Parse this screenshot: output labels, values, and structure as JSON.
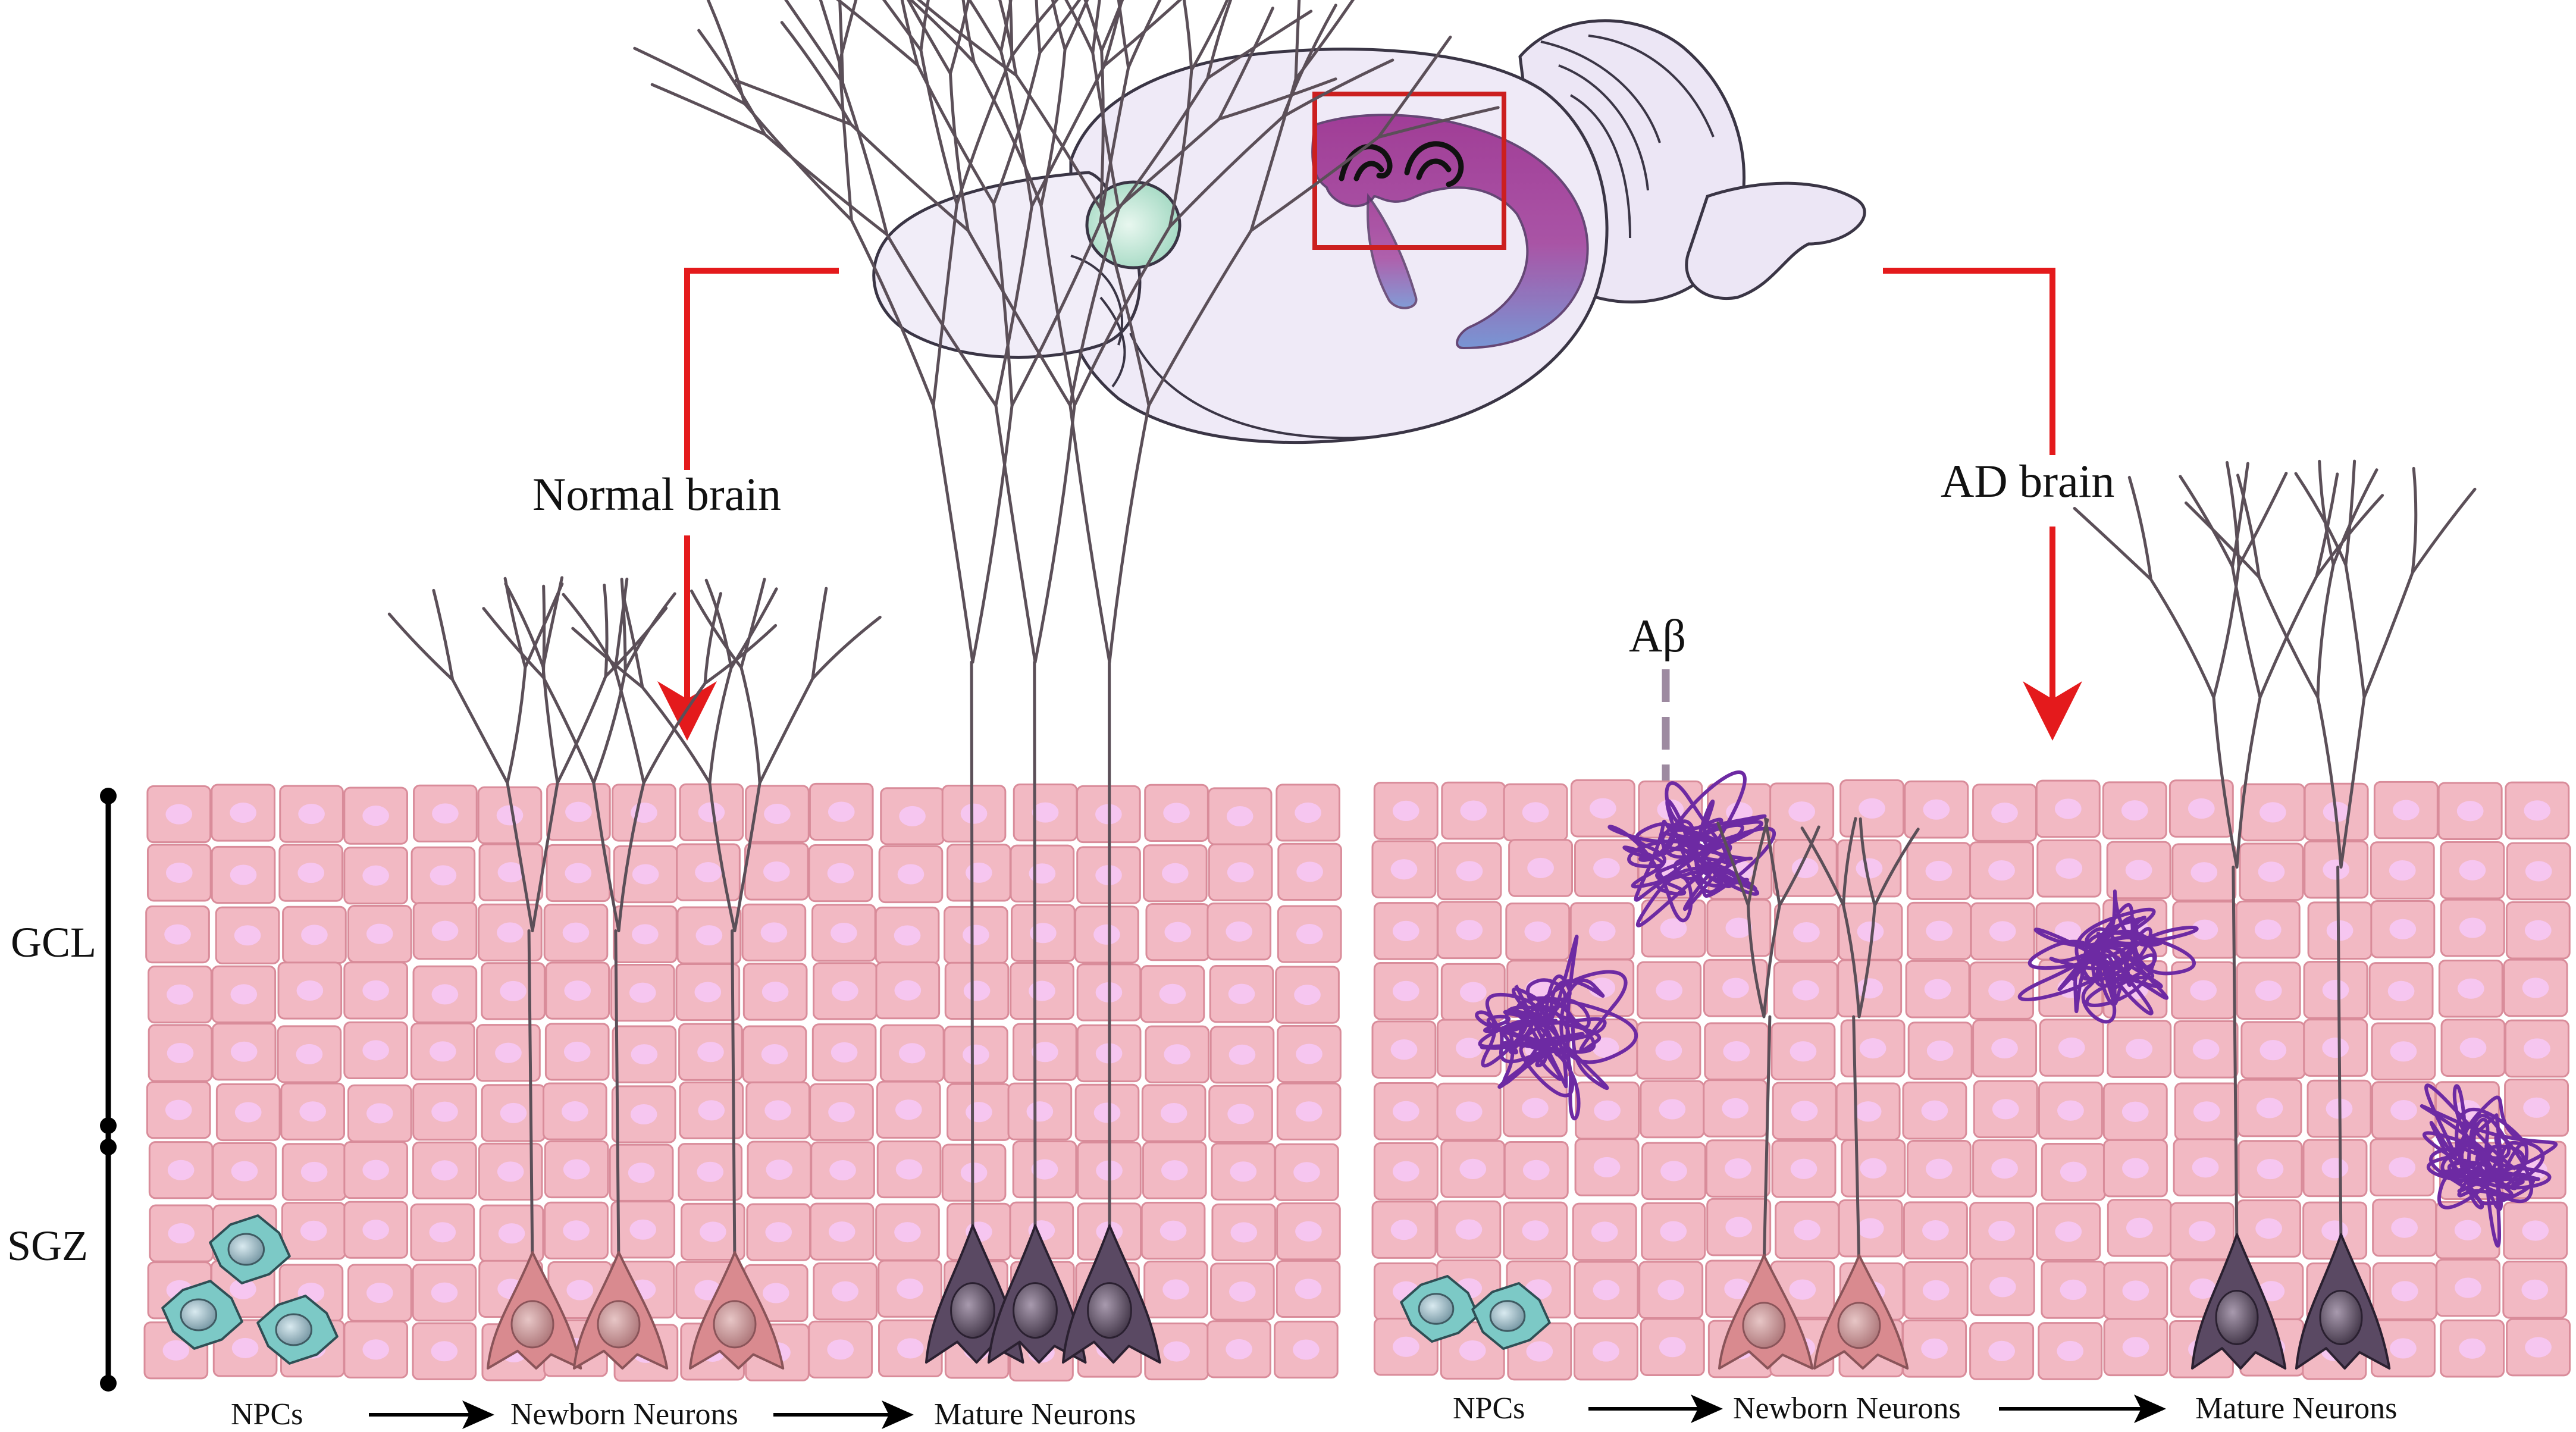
{
  "branches": {
    "normal": "Normal brain",
    "ad": "AD brain"
  },
  "amyloid_label": "Aβ",
  "zones": {
    "gcl": "GCL",
    "sgz": "SGZ"
  },
  "stages_normal": [
    "NPCs",
    "Newborn Neurons",
    "Mature Neurons"
  ],
  "stages_ad": [
    "NPCs",
    "Newborn Neurons",
    "Mature Neurons"
  ],
  "colors": {
    "arrow_red": "#e41a1c",
    "highlight_box": "#cc1f1f",
    "tissue_cell": "#f2b9c3",
    "tissue_border": "#d98c9a",
    "nucleus": "#f6c6f0",
    "npc": "#7cc9c6",
    "newborn_neuron": "#d98a8f",
    "mature_neuron": "#5a4963",
    "dendrite": "#5b4f58",
    "amyloid": "#6d2aa3",
    "brain_fill": "#efeaf7",
    "brain_outline": "#3a3545",
    "olfactory_nucleus": "#bfe6d6",
    "hippocampus": "#a23f9a"
  }
}
